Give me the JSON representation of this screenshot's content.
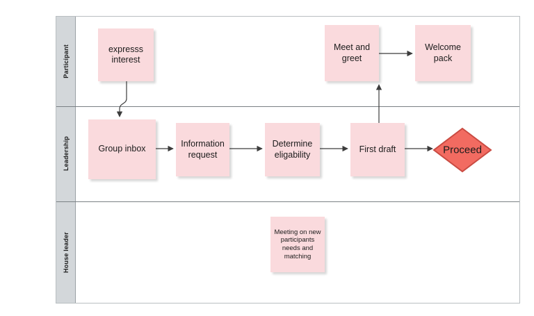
{
  "diagram": {
    "type": "swimlane-flowchart",
    "title": "",
    "pool": {
      "lane_label_band": "vertical",
      "border_color": "#b9bec1"
    },
    "colors": {
      "task_fill": "#fadadd",
      "decision_fill": "#f26b61",
      "decision_border": "#c94b42",
      "lane_header_fill": "#d3d7da",
      "lane_divider": "#7a8084",
      "pool_border": "#b9bec1",
      "connector": "#3c3c3c",
      "text": "#1b1b1b"
    },
    "lanes": [
      {
        "id": "participant",
        "label": "Participant"
      },
      {
        "id": "leadership",
        "label": "Leadership"
      },
      {
        "id": "house-leader",
        "label": "House leader"
      }
    ],
    "nodes": [
      {
        "id": "express-interest",
        "lane": "participant",
        "shape": "task",
        "label": "expresss interest"
      },
      {
        "id": "meet-and-greet",
        "lane": "participant",
        "shape": "task",
        "label": "Meet and greet"
      },
      {
        "id": "welcome-pack",
        "lane": "participant",
        "shape": "task",
        "label": "Welcome pack"
      },
      {
        "id": "group-inbox",
        "lane": "leadership",
        "shape": "task",
        "label": "Group inbox"
      },
      {
        "id": "information-request",
        "lane": "leadership",
        "shape": "task",
        "label": "Information request"
      },
      {
        "id": "determine-eligability",
        "lane": "leadership",
        "shape": "task",
        "label": "Determine eligability"
      },
      {
        "id": "first-draft",
        "lane": "leadership",
        "shape": "task",
        "label": "First draft"
      },
      {
        "id": "proceed",
        "lane": "leadership",
        "shape": "decision",
        "label": "Proceed"
      },
      {
        "id": "meeting-needs-matching",
        "lane": "house-leader",
        "shape": "task",
        "label": "Meeting on new participants needs and matching"
      }
    ],
    "edges": [
      {
        "from": "express-interest",
        "to": "group-inbox",
        "style": "curved-down"
      },
      {
        "from": "group-inbox",
        "to": "information-request",
        "style": "straight-right"
      },
      {
        "from": "information-request",
        "to": "determine-eligability",
        "style": "straight-right"
      },
      {
        "from": "determine-eligability",
        "to": "first-draft",
        "style": "straight-right"
      },
      {
        "from": "first-draft",
        "to": "proceed",
        "style": "straight-right"
      },
      {
        "from": "first-draft",
        "to": "meet-and-greet",
        "style": "straight-up"
      },
      {
        "from": "meet-and-greet",
        "to": "welcome-pack",
        "style": "straight-right"
      }
    ]
  }
}
